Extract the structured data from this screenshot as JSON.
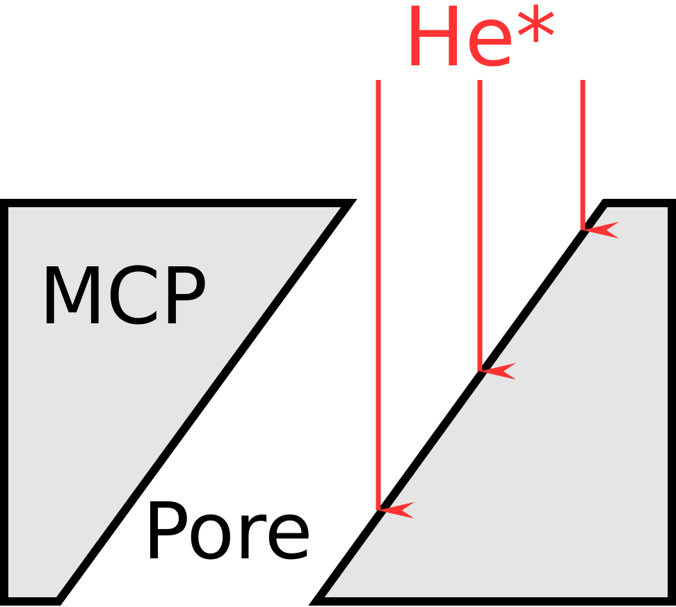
{
  "labels": {
    "mcp": "MCP",
    "pore": "Pore",
    "beam": "He*"
  },
  "colors": {
    "wall_fill": "#e5e5e5",
    "wall_stroke": "#000000",
    "beam": "#ff3333",
    "text": "#000000",
    "background": "#ffffff"
  },
  "icons": {
    "beam_arrow": "down-arrow-icon"
  }
}
